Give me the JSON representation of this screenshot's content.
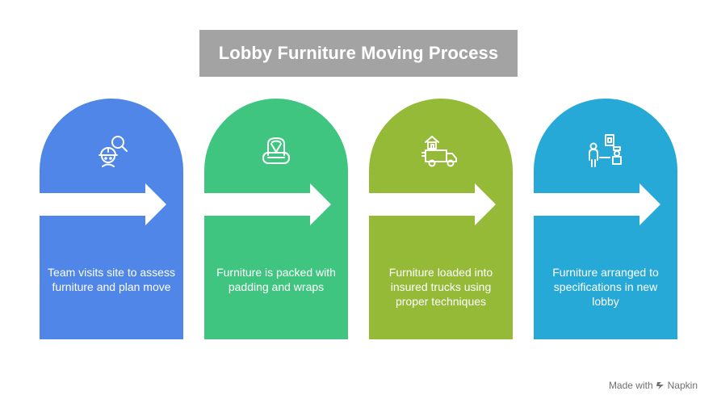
{
  "title": "Lobby Furniture Moving Process",
  "steps": [
    {
      "text": "Team visits site to assess furniture and plan move",
      "color": "#4f86e8",
      "icon": "worker-search-icon"
    },
    {
      "text": "Furniture is packed with padding and wraps",
      "color": "#3fc57f",
      "icon": "padded-seat-icon"
    },
    {
      "text": "Furniture loaded into insured trucks using proper techniques",
      "color": "#94ba38",
      "icon": "moving-truck-icon"
    },
    {
      "text": "Furniture arranged to specifications in new lobby",
      "color": "#27a9d8",
      "icon": "lobby-arrangement-icon"
    }
  ],
  "footer": {
    "made_with": "Made with",
    "brand": "Napkin"
  }
}
